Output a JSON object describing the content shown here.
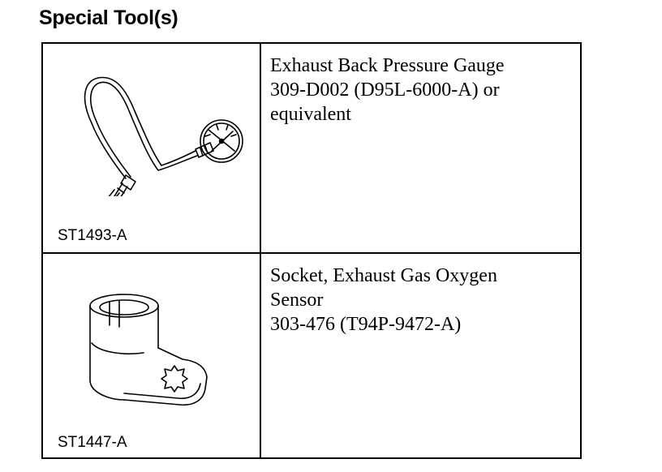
{
  "page": {
    "title": "Special Tool(s)"
  },
  "tools": [
    {
      "code": "ST1493-A",
      "description_lines": [
        "Exhaust Back Pressure Gauge",
        "309-D002 (D95L-6000-A) or",
        "equivalent"
      ],
      "icon": "pressure-gauge-icon"
    },
    {
      "code": "ST1447-A",
      "description_lines": [
        "Socket, Exhaust Gas Oxygen",
        "Sensor",
        "303-476 (T94P-9472-A)"
      ],
      "icon": "oxygen-sensor-socket-icon"
    }
  ]
}
